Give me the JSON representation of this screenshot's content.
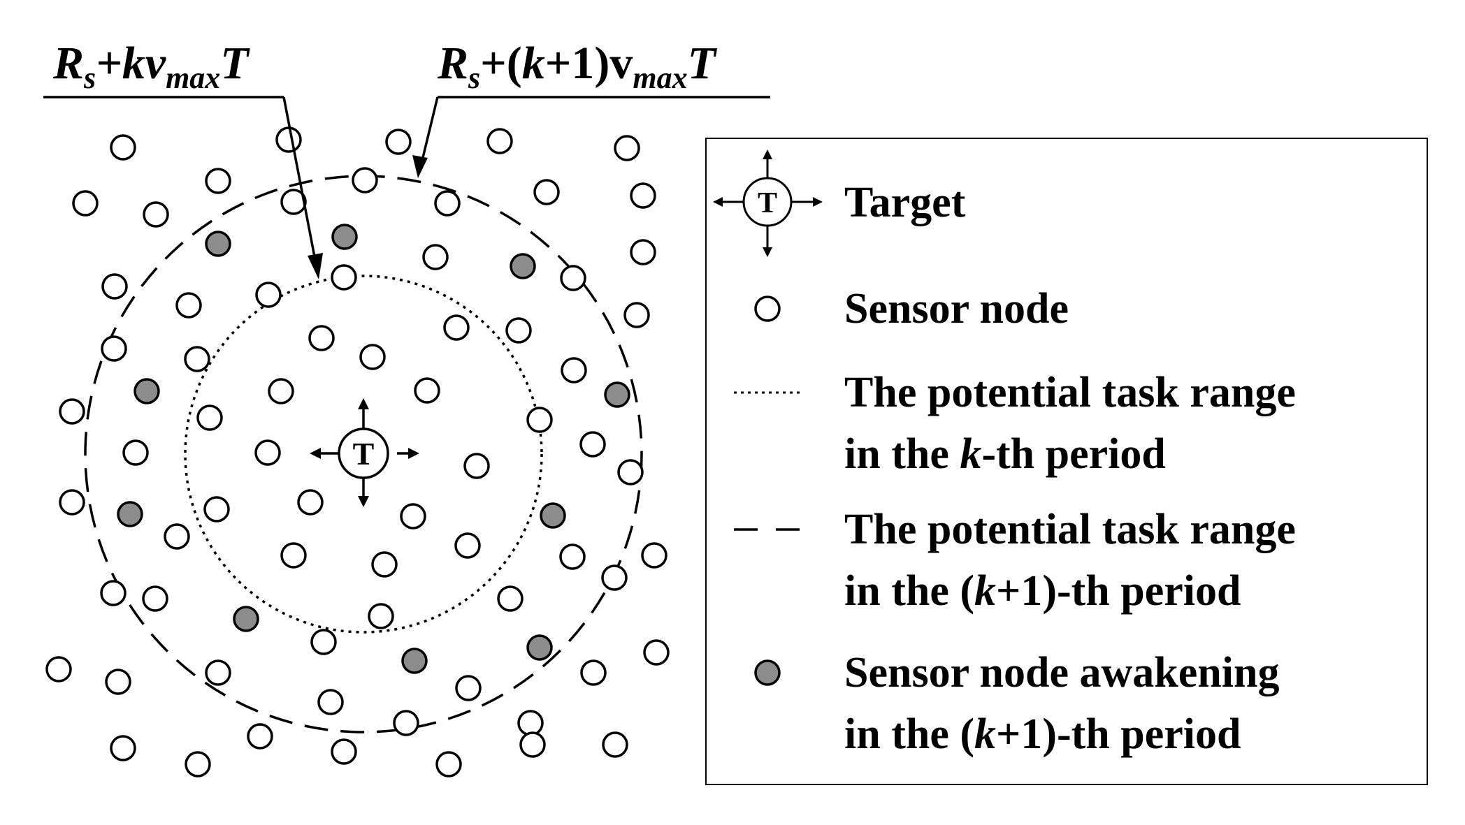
{
  "diagram": {
    "top_labels": {
      "inner": {
        "base": "R",
        "base_sub": "s",
        "middle": "+kv",
        "middle_sub": "max",
        "tail": "T"
      },
      "outer": {
        "base": "R",
        "base_sub": "s",
        "middle_a": "+(",
        "k": "k",
        "middle_b": "+1)v",
        "middle_sub": "max",
        "tail": "T"
      }
    },
    "target_symbol": "T",
    "legend": {
      "target": {
        "icon": "target-icon",
        "symbol": "T",
        "label": "Target"
      },
      "sensor_node": {
        "icon": "open-circle-icon",
        "label": "Sensor node"
      },
      "kth_range": {
        "icon": "dotted-line-icon",
        "line1": "The potential task range",
        "line2_a": "in the ",
        "line2_k": "k",
        "line2_b": "-th period"
      },
      "k1th_range": {
        "icon": "dashed-line-icon",
        "line1": "The potential task range",
        "line2_a": "in the (",
        "line2_k": "k",
        "line2_b": "+1)-th period"
      },
      "awakening": {
        "icon": "filled-circle-icon",
        "line1": "Sensor node awakening",
        "line2_a": "in the (",
        "line2_k": "k",
        "line2_b": "+1)-th period"
      }
    },
    "colors": {
      "stroke": "#000000",
      "awake_fill": "#8c8c8c",
      "node_fill": "#ffffff"
    }
  }
}
